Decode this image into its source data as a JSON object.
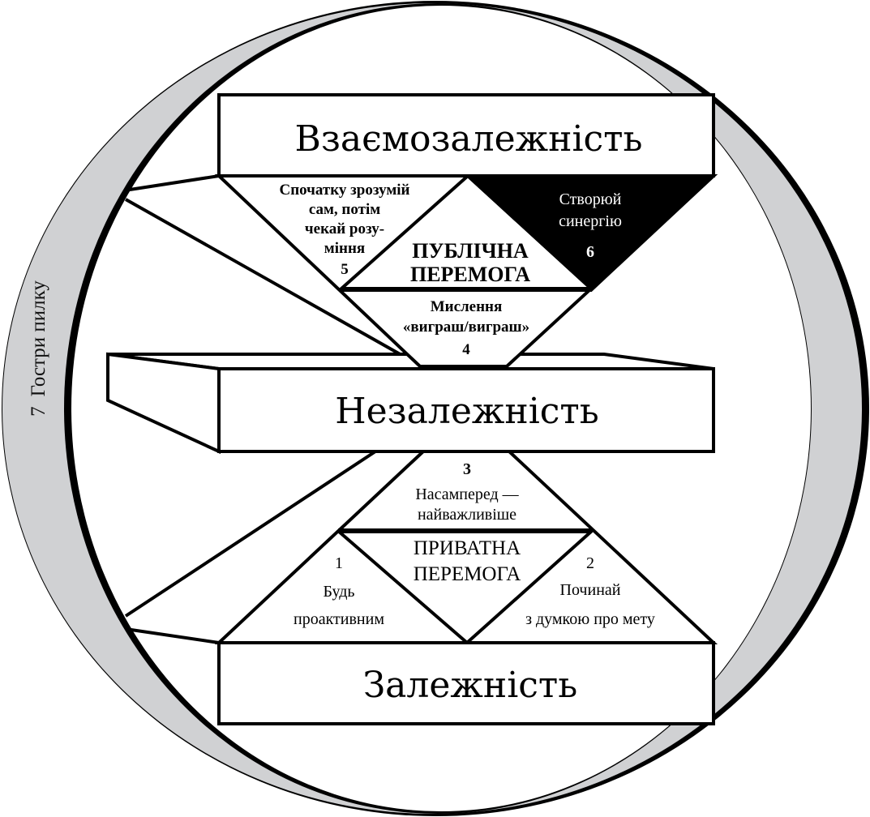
{
  "levels": {
    "interdependence": "Взаємозалежність",
    "independence": "Незалежність",
    "dependence": "Залежність"
  },
  "public_victory": {
    "line1": "ПУБЛІЧНА",
    "line2": "ПЕРЕМОГА",
    "habit5": {
      "lines": [
        "Спочатку зрозумій",
        "сам, потім",
        "чекай розу-",
        "міння"
      ],
      "number": "5"
    },
    "habit6": {
      "lines": [
        "Створюй",
        "синергію"
      ],
      "number": "6"
    },
    "habit4": {
      "lines": [
        "Мислення",
        "«виграш/виграш»"
      ],
      "number": "4"
    }
  },
  "private_victory": {
    "line1": "ПРИВАТНА",
    "line2": "ПЕРЕМОГА",
    "habit3": {
      "number": "3",
      "lines": [
        "Насамперед —",
        "найважливіше"
      ]
    },
    "habit1": {
      "number": "1",
      "lines": [
        "Будь",
        "проактивним"
      ]
    },
    "habit2": {
      "number": "2",
      "lines": [
        "Починай",
        "з думкою про мету"
      ]
    }
  },
  "habit7": {
    "number": "7",
    "label": "Гостри пилку"
  },
  "colors": {
    "ring": "#d0d1d3",
    "ink": "#000000",
    "paper": "#ffffff"
  }
}
